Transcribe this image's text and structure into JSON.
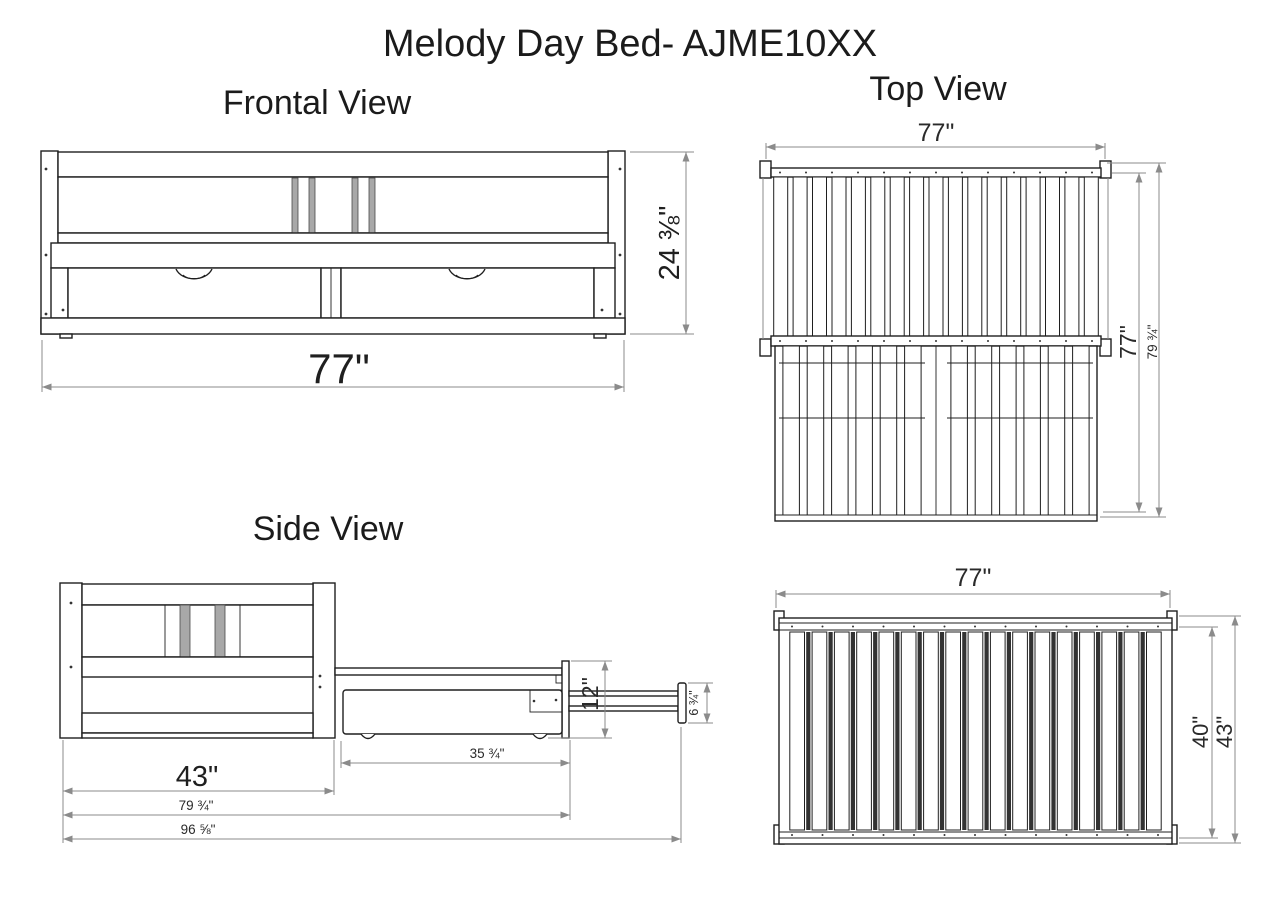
{
  "title": "Melody Day Bed- AJME10XX",
  "views": {
    "frontal": {
      "title": "Frontal View",
      "dimensions": {
        "width": "77\"",
        "height": "24 ⅜\""
      }
    },
    "top": {
      "title": "Top View",
      "dimensions": {
        "width": "77\"",
        "slat_span": "77\"",
        "overall_length": "79 ¾\""
      }
    },
    "side": {
      "title": "Side View",
      "dimensions": {
        "headboard_width": "43\"",
        "drawer_length": "35 ¾\"",
        "frame_length": "79 ¾\"",
        "overall_length": "96 ⅝\"",
        "drawer_height": "12\"",
        "handle_height": "6 ¾\""
      }
    },
    "bottom": {
      "dimensions": {
        "width": "77\"",
        "slat_span": "40\"",
        "overall_width": "43\""
      }
    }
  }
}
